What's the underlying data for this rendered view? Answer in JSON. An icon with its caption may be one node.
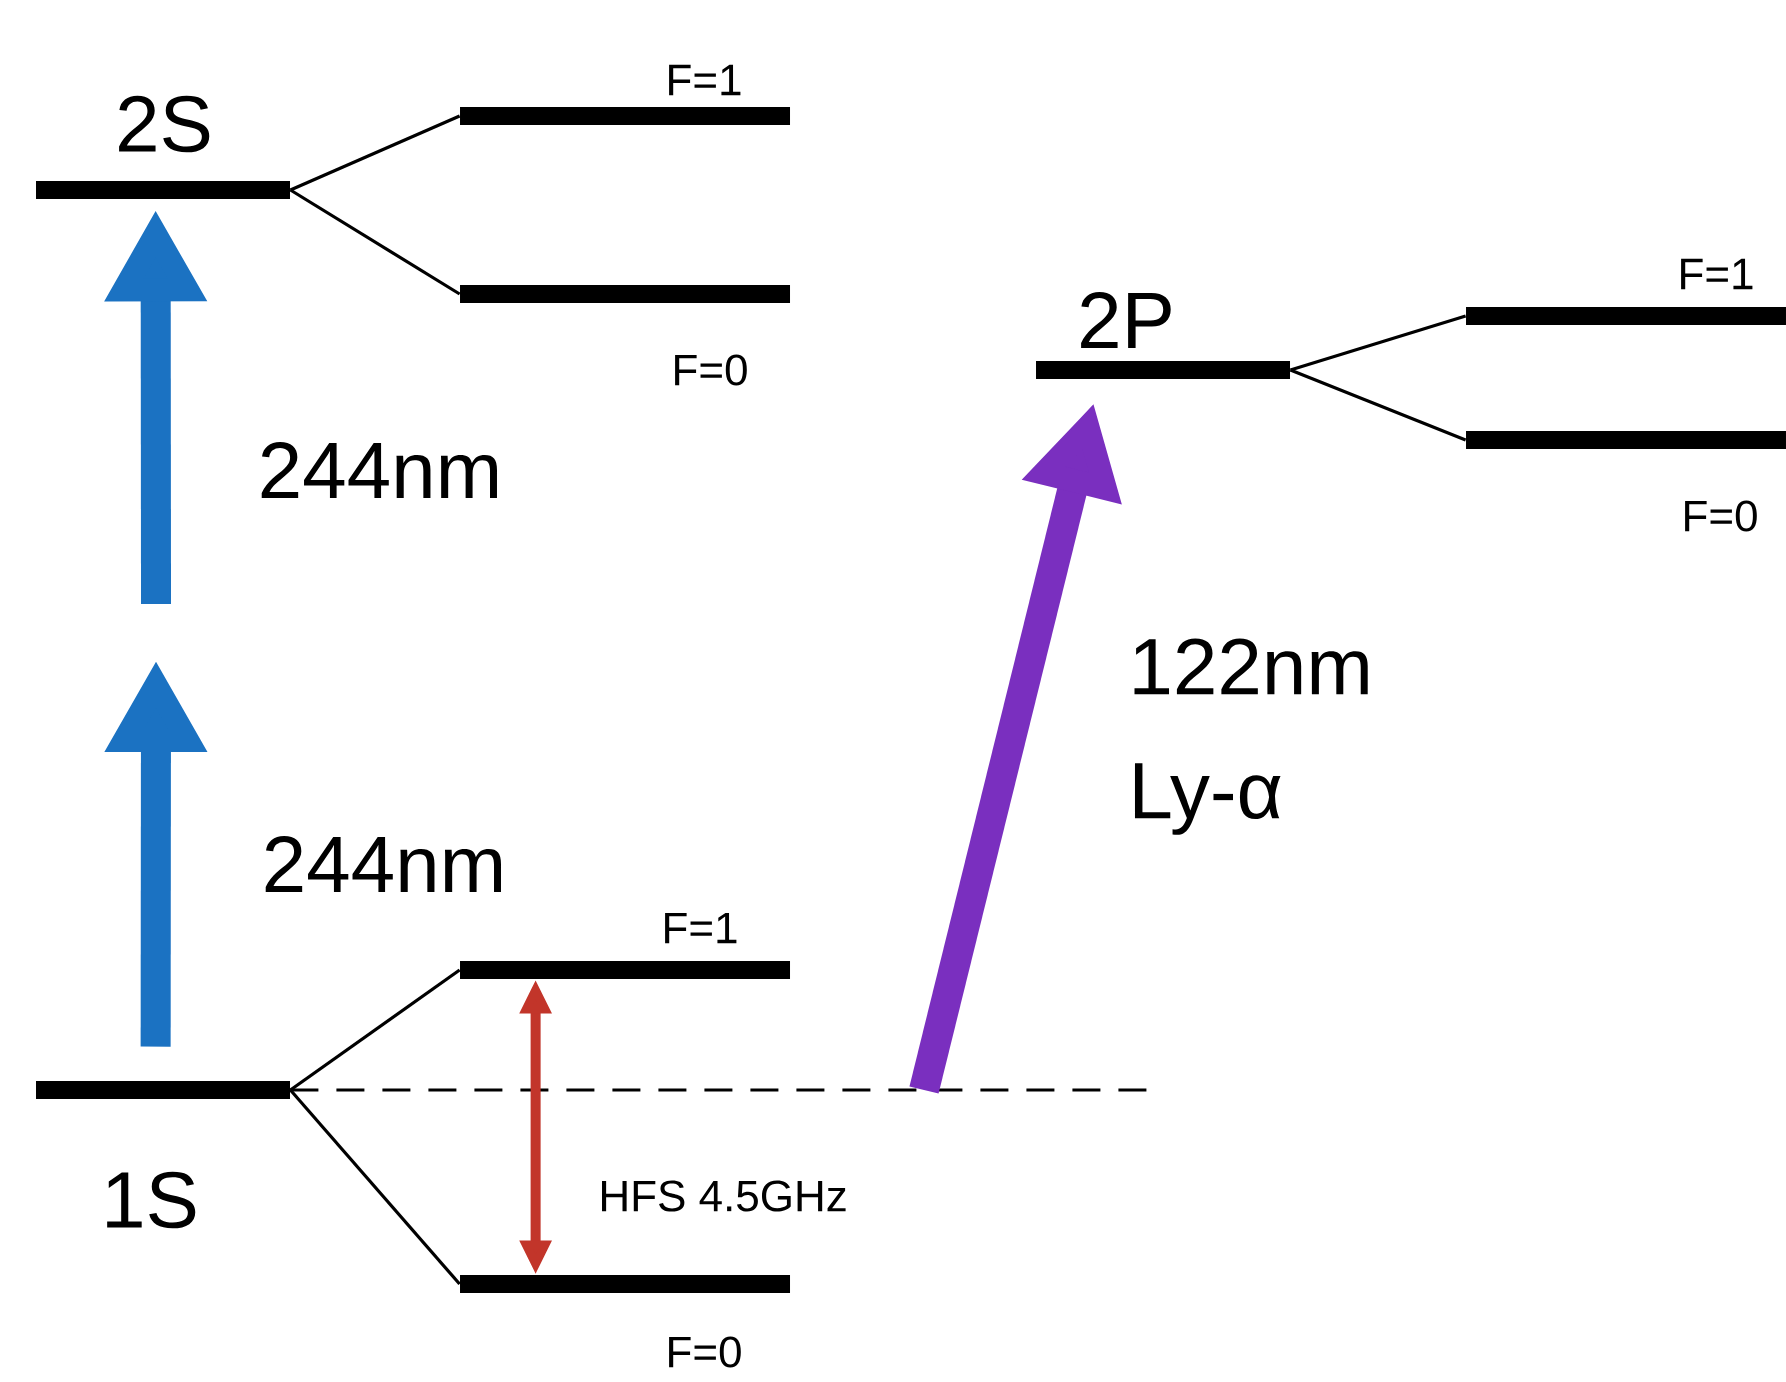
{
  "diagram": {
    "nodes": [
      {
        "text": [
          "2S"
        ]
      },
      {
        "text": [
          "F=1"
        ]
      },
      {
        "text": [
          "F=0"
        ]
      },
      {
        "text": [
          "2P"
        ]
      },
      {
        "text": [
          "F=1"
        ]
      },
      {
        "text": [
          "F=0"
        ]
      },
      {
        "text": [
          "1S"
        ]
      },
      {
        "text": [
          "F=1"
        ]
      },
      {
        "text": [
          "F=0"
        ]
      }
    ],
    "edges": [
      {
        "from": 0,
        "to": 1,
        "arrow": "none"
      },
      {
        "from": 0,
        "to": 2,
        "arrow": "none"
      },
      {
        "from": 3,
        "to": 4,
        "arrow": "none"
      },
      {
        "from": 3,
        "to": 5,
        "arrow": "none"
      },
      {
        "from": 6,
        "to": 7,
        "arrow": "none"
      },
      {
        "from": 6,
        "to": 8,
        "arrow": "none"
      },
      {
        "from": 6,
        "to": null,
        "arrow": "none",
        "style": "dashed"
      },
      {
        "from": 6,
        "to": null,
        "arrow": "to",
        "label": "244nm",
        "style": "thick",
        "color": "#1b72c2"
      },
      {
        "from": null,
        "to": 0,
        "arrow": "to",
        "label": "244nm",
        "style": "thick",
        "color": "#1b72c2"
      },
      {
        "from": null,
        "to": 3,
        "arrow": "to",
        "label": "122nm Ly-α",
        "style": "thick",
        "color": "#7a2fbf"
      },
      {
        "from": 7,
        "to": 8,
        "arrow": "both",
        "label": "HFS 4.5GHz",
        "style": "thick",
        "color": "#c2352a"
      }
    ]
  }
}
